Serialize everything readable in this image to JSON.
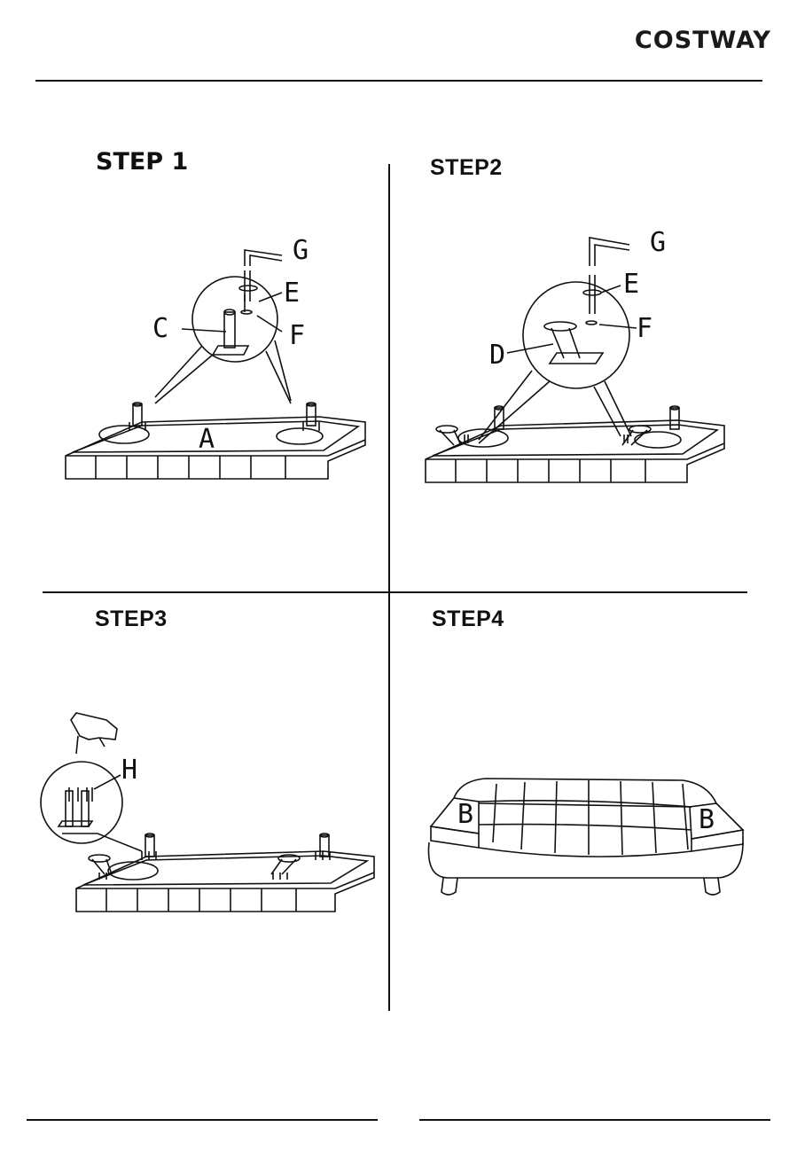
{
  "header": {
    "brand": "COSTWAY"
  },
  "steps": [
    {
      "title": "STEP 1",
      "labels": {
        "g": "G",
        "e": "E",
        "c": "C",
        "f": "F",
        "a": "A"
      }
    },
    {
      "title": "STEP2",
      "labels": {
        "g": "G",
        "e": "E",
        "d": "D",
        "f": "F"
      }
    },
    {
      "title": "STEP3",
      "labels": {
        "h": "H"
      }
    },
    {
      "title": "STEP4",
      "labels": {
        "b_left": "B",
        "b_right": "B"
      }
    }
  ]
}
